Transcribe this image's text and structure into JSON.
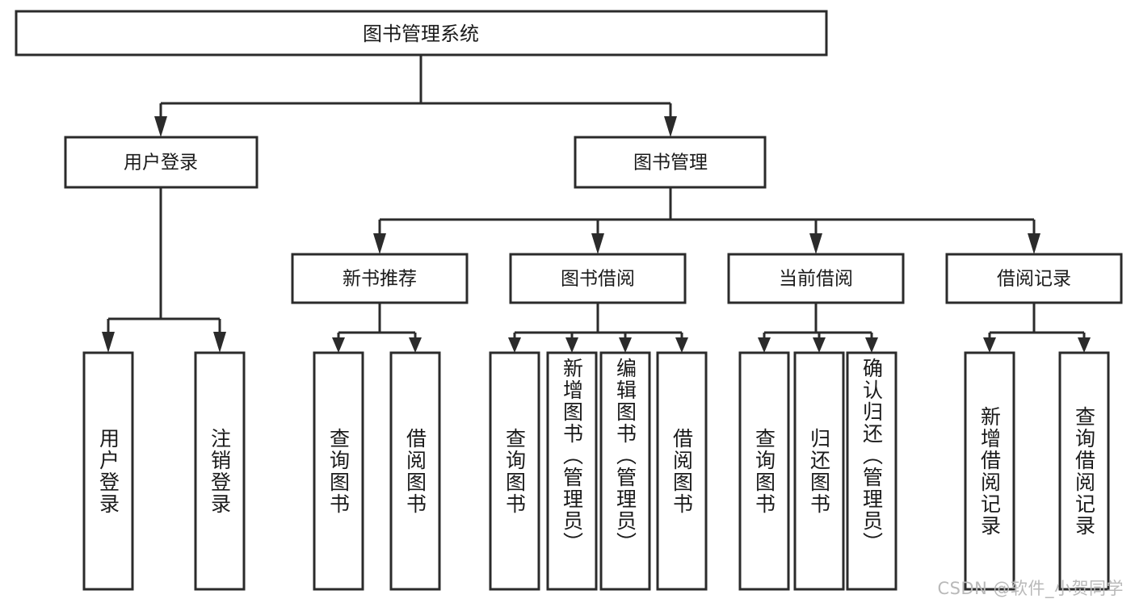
{
  "diagram": {
    "title": "图书管理系统",
    "type": "tree-hierarchy-chart",
    "colors": {
      "box_stroke": "#2b2b2b",
      "box_fill": "#ffffff",
      "text": "#1a1a1a",
      "connector": "#2b2b2b",
      "watermark": "#b9b9b9",
      "background": "#ffffff"
    },
    "root": {
      "label": "图书管理系统"
    },
    "level2": [
      {
        "label": "用户登录"
      },
      {
        "label": "图书管理"
      }
    ],
    "level3": [
      {
        "label": "新书推荐"
      },
      {
        "label": "图书借阅"
      },
      {
        "label": "当前借阅"
      },
      {
        "label": "借阅记录"
      }
    ],
    "leaves": {
      "user_login": [
        {
          "label": "用户登录"
        },
        {
          "label": "注销登录"
        }
      ],
      "new_book_recommend": [
        {
          "label": "查询图书"
        },
        {
          "label": "借阅图书"
        }
      ],
      "book_borrow": [
        {
          "label": "查询图书"
        },
        {
          "label": "新增图书（管理员）"
        },
        {
          "label": "编辑图书（管理员）"
        },
        {
          "label": "借阅图书"
        }
      ],
      "current_borrow": [
        {
          "label": "查询图书"
        },
        {
          "label": "归还图书"
        },
        {
          "label": "确认归还（管理员）"
        }
      ],
      "borrow_records": [
        {
          "label": "新增借阅记录"
        },
        {
          "label": "查询借阅记录"
        }
      ]
    }
  },
  "watermark": {
    "text": "CSDN @软件_小贺同学"
  }
}
